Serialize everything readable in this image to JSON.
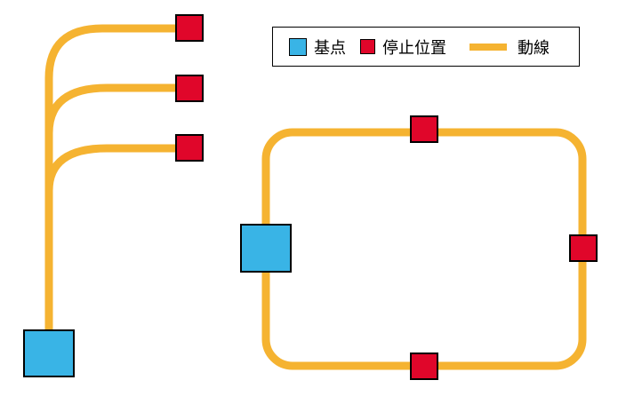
{
  "colors": {
    "base": "#39b4e6",
    "stop": "#e0062a",
    "path": "#f5b331",
    "border": "#000000"
  },
  "legend": {
    "base_label": "基点",
    "stop_label": "停止位置",
    "path_label": "動線"
  }
}
